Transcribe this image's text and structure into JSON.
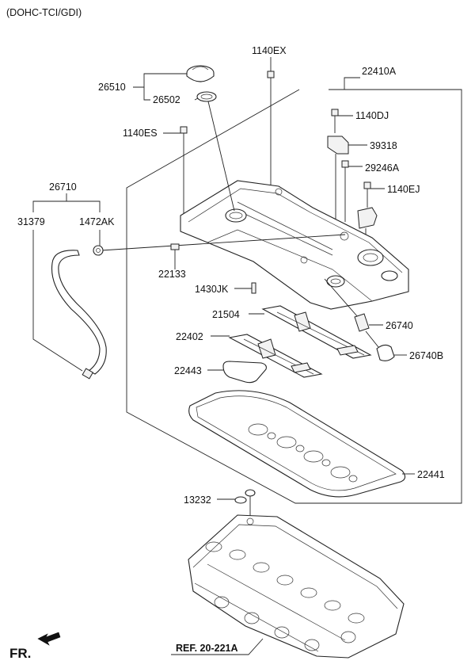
{
  "header": {
    "variant": "(DOHC-TCI/GDI)"
  },
  "callouts": {
    "p26510": "26510",
    "p26502": "26502",
    "p1140EX": "1140EX",
    "p22410A": "22410A",
    "p1140DJ": "1140DJ",
    "p1140ES": "1140ES",
    "p39318": "39318",
    "p29246A": "29246A",
    "p26710": "26710",
    "p1140EJ": "1140EJ",
    "p31379": "31379",
    "p1472AK": "1472AK",
    "p22133": "22133",
    "p1430JK": "1430JK",
    "p21504": "21504",
    "p26740": "26740",
    "p22402": "22402",
    "p26740B": "26740B",
    "p22443": "22443",
    "p22441": "22441",
    "p13232": "13232"
  },
  "reference": {
    "label": "REF. 20-221A"
  },
  "orientation": {
    "label": "FR."
  },
  "icons": {
    "front_arrow": "front-direction-arrow-icon"
  }
}
